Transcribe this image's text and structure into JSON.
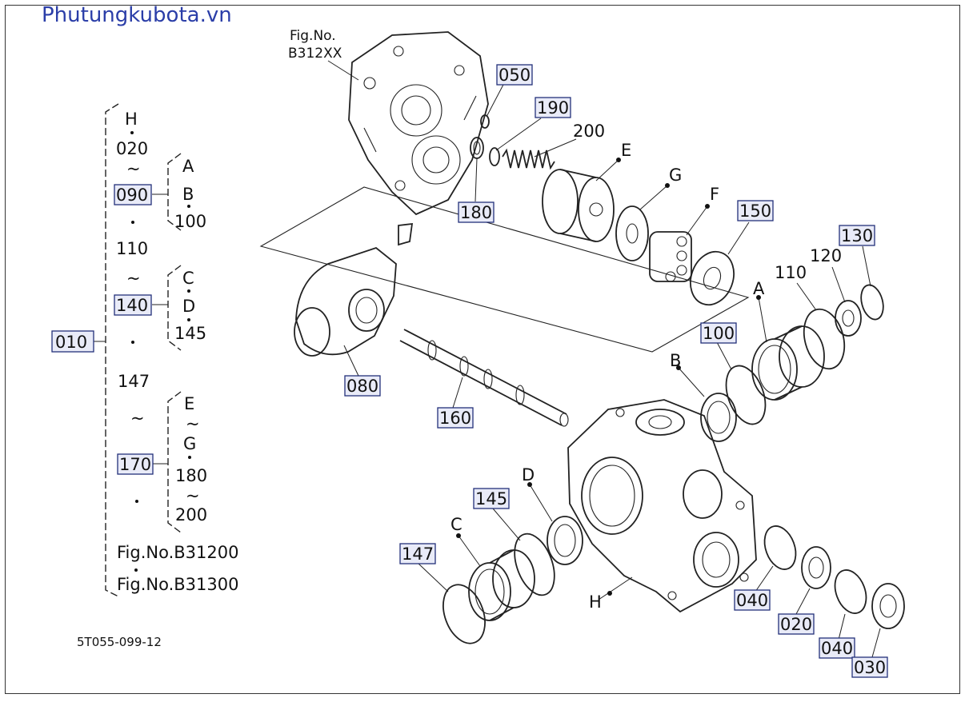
{
  "watermark": "Phutungkubota.vn",
  "fig_ref": {
    "line1": "Fig.No.",
    "line2": "B312XX"
  },
  "code": "5T055-099-12",
  "tree": {
    "root": "010",
    "items": [
      "H",
      "020",
      "~",
      "090",
      "A",
      "B",
      "100",
      "110",
      "~",
      "140",
      "C",
      "D",
      "145",
      "147",
      "~",
      "170",
      "E",
      "~",
      "G",
      "180",
      "~",
      "200"
    ],
    "fig_a": "Fig.No.B31200",
    "fig_b": "Fig.No.B31300"
  },
  "part_labels": [
    "050",
    "190",
    "200",
    "180",
    "E",
    "G",
    "F",
    "150",
    "130",
    "120",
    "110",
    "A",
    "100",
    "B",
    "080",
    "160",
    "D",
    "C",
    "145",
    "147",
    "H",
    "040",
    "020",
    "040",
    "030"
  ]
}
